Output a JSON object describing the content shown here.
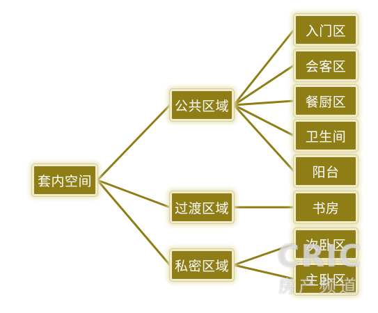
{
  "diagram": {
    "root": {
      "label": "套内空间"
    },
    "groups": [
      {
        "label": "公共区域",
        "children": [
          "入门区",
          "会客区",
          "餐厨区",
          "卫生间",
          "阳台"
        ]
      },
      {
        "label": "过渡区域",
        "children": [
          "书房"
        ]
      },
      {
        "label": "私密区域",
        "children": [
          "次卧区",
          "主卧区"
        ]
      }
    ]
  },
  "watermark": {
    "logo": "CRIC",
    "text": "房产频道"
  },
  "colors": {
    "node_fill": "#8f7d15",
    "node_border": "#f0eccb",
    "connector": "#8f7d15",
    "text": "#ffffff"
  }
}
